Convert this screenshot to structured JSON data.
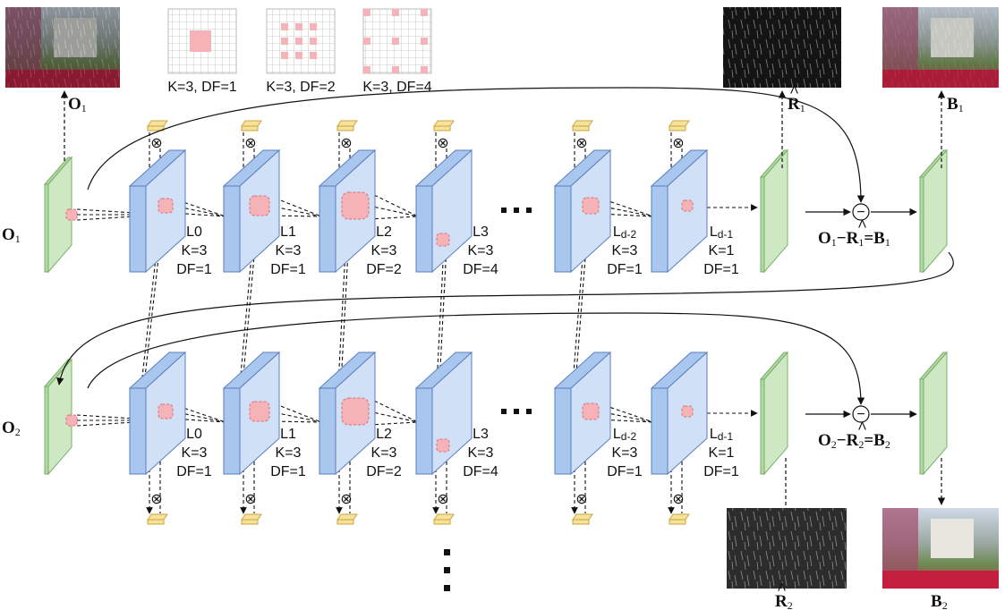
{
  "dilation_examples": [
    {
      "caption": "K=3, DF=1"
    },
    {
      "caption": "K=3, DF=2"
    },
    {
      "caption": "K=3, DF=4"
    }
  ],
  "stage1": {
    "input_label": "O",
    "input_sub": "1",
    "top_output_label": "O",
    "top_output_sub": "1",
    "layers": [
      {
        "name": "L0",
        "k": "K=3",
        "df": "DF=1"
      },
      {
        "name": "L1",
        "k": "K=3",
        "df": "DF=1"
      },
      {
        "name": "L2",
        "k": "K=3",
        "df": "DF=2"
      },
      {
        "name": "L3",
        "k": "K=3",
        "df": "DF=4"
      },
      {
        "name": "L",
        "name_sub": "d-2",
        "k": "K=3",
        "df": "DF=1"
      },
      {
        "name": "L",
        "name_sub": "d-1",
        "k": "K=1",
        "df": "DF=1"
      }
    ],
    "rain_label": "R",
    "rain_sub": "1",
    "bg_label": "B",
    "bg_sub": "1",
    "equation": {
      "o": "O",
      "o_sub": "1",
      "r": "R",
      "r_sub": "1",
      "b": "B",
      "b_sub": "1"
    }
  },
  "stage2": {
    "input_label": "O",
    "input_sub": "2",
    "layers": [
      {
        "name": "L0",
        "k": "K=3",
        "df": "DF=1"
      },
      {
        "name": "L1",
        "k": "K=3",
        "df": "DF=1"
      },
      {
        "name": "L2",
        "k": "K=3",
        "df": "DF=2"
      },
      {
        "name": "L3",
        "k": "K=3",
        "df": "DF=4"
      },
      {
        "name": "L",
        "name_sub": "d-2",
        "k": "K=3",
        "df": "DF=1"
      },
      {
        "name": "L",
        "name_sub": "d-1",
        "k": "K=1",
        "df": "DF=1"
      }
    ],
    "rain_label": "R",
    "rain_sub": "2",
    "bg_label": "B",
    "bg_sub": "2",
    "equation": {
      "o": "O",
      "o_sub": "2",
      "r": "R",
      "r_sub": "2",
      "b": "B",
      "b_sub": "2"
    }
  },
  "symbols": {
    "multiply": "⊗",
    "minus": "−",
    "hat": "^"
  },
  "colors": {
    "block_face": "#cfe0f7",
    "block_side": "#a9c6ee",
    "block_stroke": "#5b7fbf",
    "green_face": "#cfe8c4",
    "green_side": "#b3d8a3",
    "green_stroke": "#7ab06a",
    "kernel_fill": "#f5b3b8",
    "kernel_stroke": "#d9707a",
    "gate_fill": "#f6e29a",
    "gate_stroke": "#c9a640"
  }
}
